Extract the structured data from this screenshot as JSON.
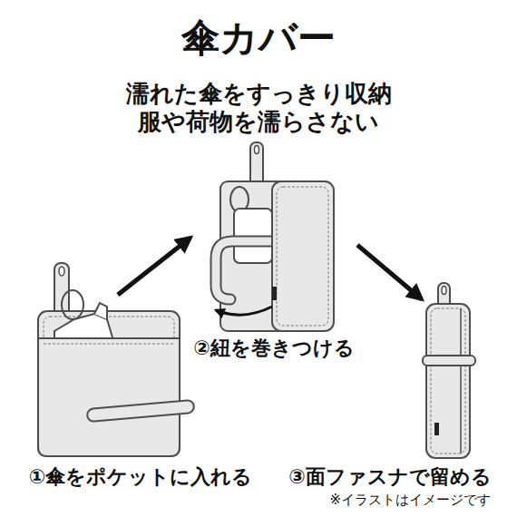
{
  "diagram": {
    "title": "傘カバー",
    "nodes": [
      {
        "text": [
          "①傘をポケットに入れる"
        ]
      },
      {
        "text": [
          "②紐を巻きつける"
        ]
      },
      {
        "text": [
          "③面ファスナで留める"
        ]
      }
    ],
    "edges": [
      {
        "from": 0,
        "to": 1,
        "arrow": "to"
      },
      {
        "from": 1,
        "to": 2,
        "arrow": "to"
      }
    ],
    "labels": [
      "濡れた傘をすっきり収納",
      "服や荷物を濡らさない",
      "※イラストはイメージです"
    ]
  }
}
